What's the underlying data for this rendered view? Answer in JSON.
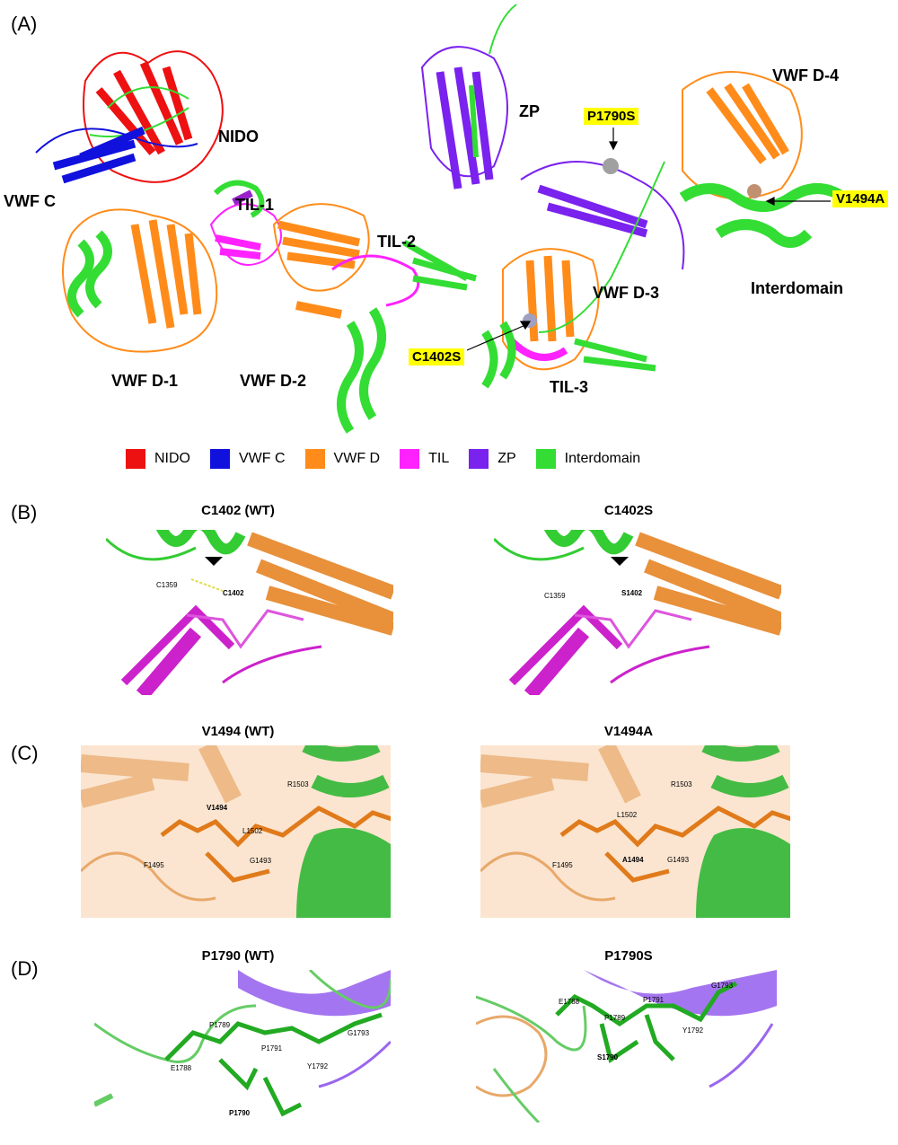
{
  "panels": {
    "a": "(A)",
    "b": "(B)",
    "c": "(C)",
    "d": "(D)"
  },
  "domains": {
    "nido": "NIDO",
    "vwfc": "VWF C",
    "til1": "TIL-1",
    "til2": "TIL-2",
    "til3": "TIL-3",
    "zp": "ZP",
    "vwfd1": "VWF D-1",
    "vwfd2": "VWF D-2",
    "vwfd3": "VWF D-3",
    "vwfd4": "VWF D-4",
    "interdomain": "Interdomain"
  },
  "mutations": {
    "p1790s": "P1790S",
    "v1494a": "V1494A",
    "c1402s": "C1402S"
  },
  "legend": [
    {
      "label": "NIDO",
      "color": "#ee1111"
    },
    {
      "label": "VWF C",
      "color": "#1111dd"
    },
    {
      "label": "VWF D",
      "color": "#ff8c1a"
    },
    {
      "label": "TIL",
      "color": "#ff22ff"
    },
    {
      "label": "ZP",
      "color": "#7a22ee"
    },
    {
      "label": "Interdomain",
      "color": "#33dd33"
    }
  ],
  "subpanels": {
    "b_left_title": "C1402 (WT)",
    "b_right_title": "C1402S",
    "c_left_title": "V1494 (WT)",
    "c_right_title": "V1494A",
    "d_left_title": "P1790 (WT)",
    "d_right_title": "P1790S"
  },
  "residues": {
    "b_left": {
      "c1359": "C1359",
      "c1402": "C1402"
    },
    "b_right": {
      "c1359": "C1359",
      "s1402": "S1402"
    },
    "c_left": {
      "r1503": "R1503",
      "v1494": "V1494",
      "l1502": "L1502",
      "f1495": "F1495",
      "g1493": "G1493"
    },
    "c_right": {
      "r1503": "R1503",
      "l1502": "L1502",
      "f1495": "F1495",
      "a1494": "A1494",
      "g1493": "G1493"
    },
    "d_left": {
      "p1789": "P1789",
      "p1791": "P1791",
      "e1788": "E1788",
      "y1792": "Y1792",
      "g1793": "G1793",
      "p1790": "P1790"
    },
    "d_right": {
      "e1788": "E1788",
      "p1791": "P1791",
      "g1793": "G1793",
      "p1789": "P1789",
      "y1792": "Y1792",
      "s1790": "S1790"
    }
  }
}
